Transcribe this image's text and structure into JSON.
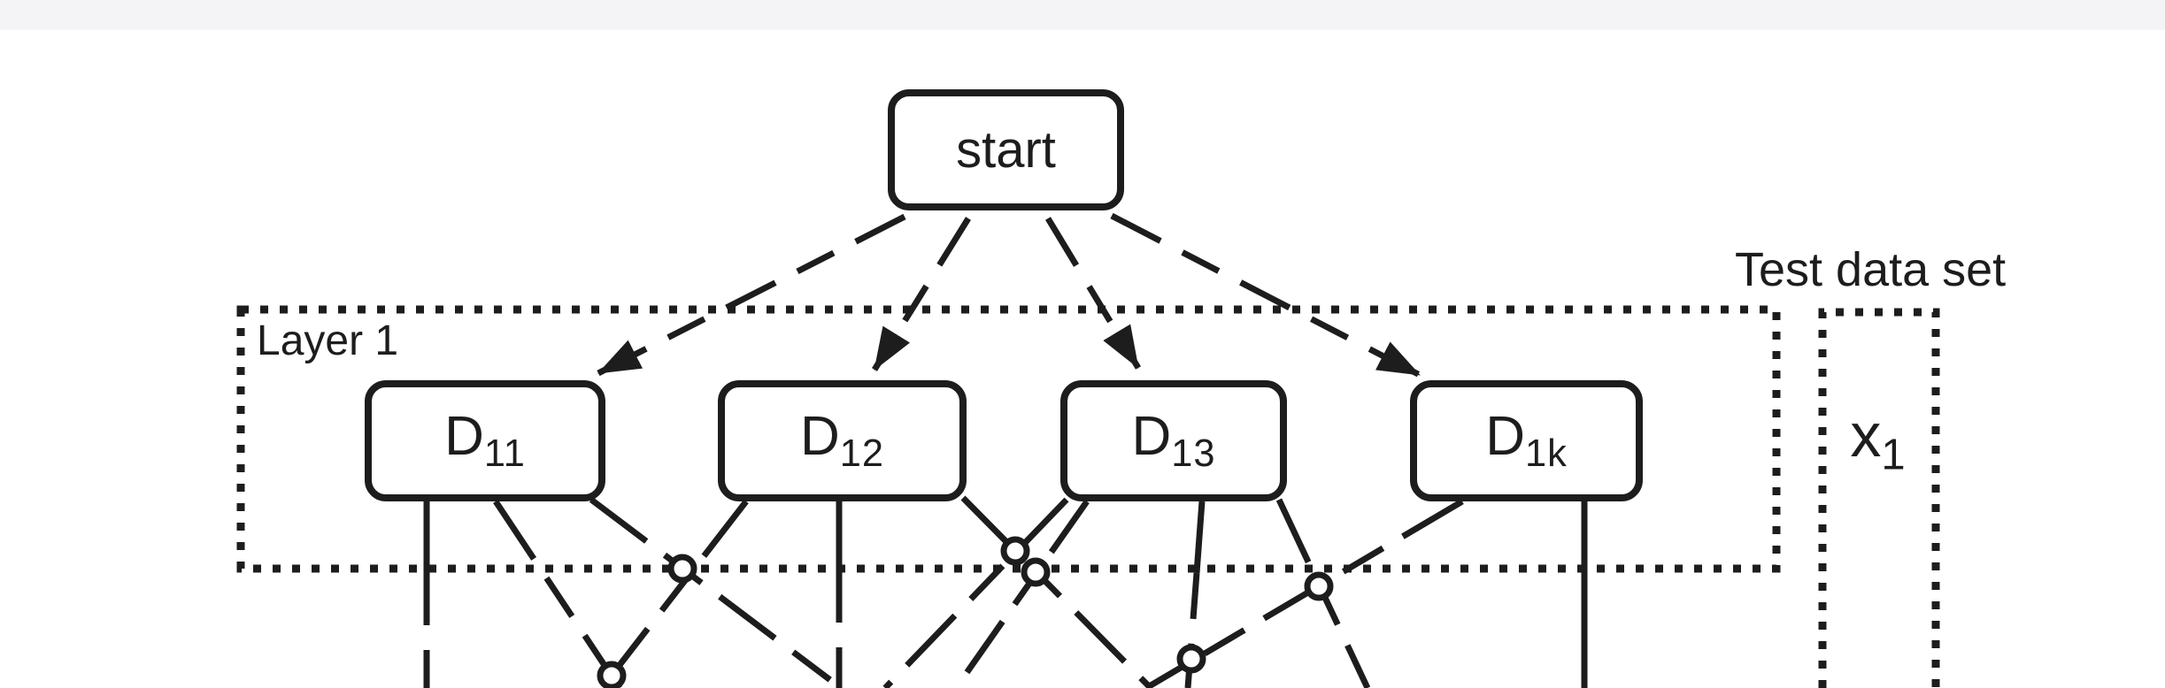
{
  "colors": {
    "ink": "#1d1d1d",
    "background": "#ffffff",
    "top_band": "#f4f4f6"
  },
  "start_node": {
    "label": "start"
  },
  "layer1": {
    "label": "Layer 1",
    "nodes": [
      {
        "base": "D",
        "sub": "11"
      },
      {
        "base": "D",
        "sub": "12"
      },
      {
        "base": "D",
        "sub": "13"
      },
      {
        "base": "D",
        "sub": "1k"
      }
    ]
  },
  "test_data": {
    "label": "Test data set",
    "item": {
      "base": "x",
      "sub": "1"
    }
  }
}
